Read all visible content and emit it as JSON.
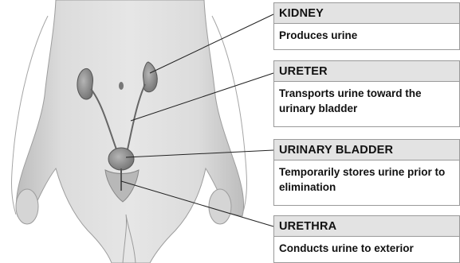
{
  "labels": [
    {
      "id": "kidney",
      "title": "KIDNEY",
      "description": "Produces urine"
    },
    {
      "id": "ureter",
      "title": "URETER",
      "description": "Transports urine toward the urinary bladder"
    },
    {
      "id": "bladder",
      "title": "URINARY BLADDER",
      "description": "Temporarily stores urine prior to elimination"
    },
    {
      "id": "urethra",
      "title": "URETHRA",
      "description": "Conducts urine to exterior"
    }
  ],
  "colors": {
    "box_header": "#e3e3e3",
    "box_border": "#9a9a9a",
    "leader_line": "#222222",
    "skin": "#d8d8d8",
    "organ": "#8c8c8c"
  }
}
